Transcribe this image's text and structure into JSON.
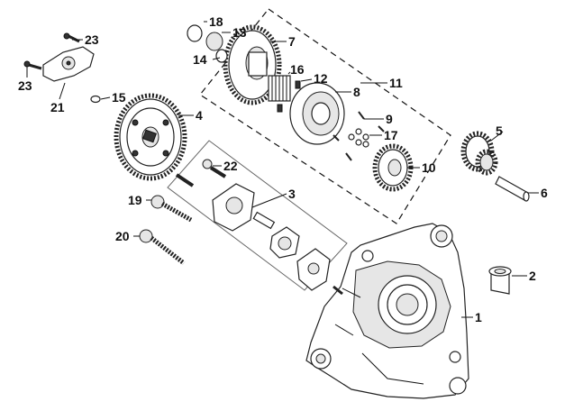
{
  "callouts": {
    "c1": "1",
    "c2": "2",
    "c3": "3",
    "c4": "4",
    "c5": "5",
    "c6": "6",
    "c7": "7",
    "c8": "8",
    "c9": "9",
    "c10": "10",
    "c11": "11",
    "c12": "12",
    "c13": "13",
    "c14": "14",
    "c15": "15",
    "c16": "16",
    "c17": "17",
    "c18": "18",
    "c19": "19",
    "c20": "20",
    "c21": "21",
    "c22": "22",
    "c23a": "23",
    "c23b": "23"
  },
  "colors": {
    "ink": "#111111",
    "background": "#ffffff",
    "fill": "#e6e6e6"
  }
}
